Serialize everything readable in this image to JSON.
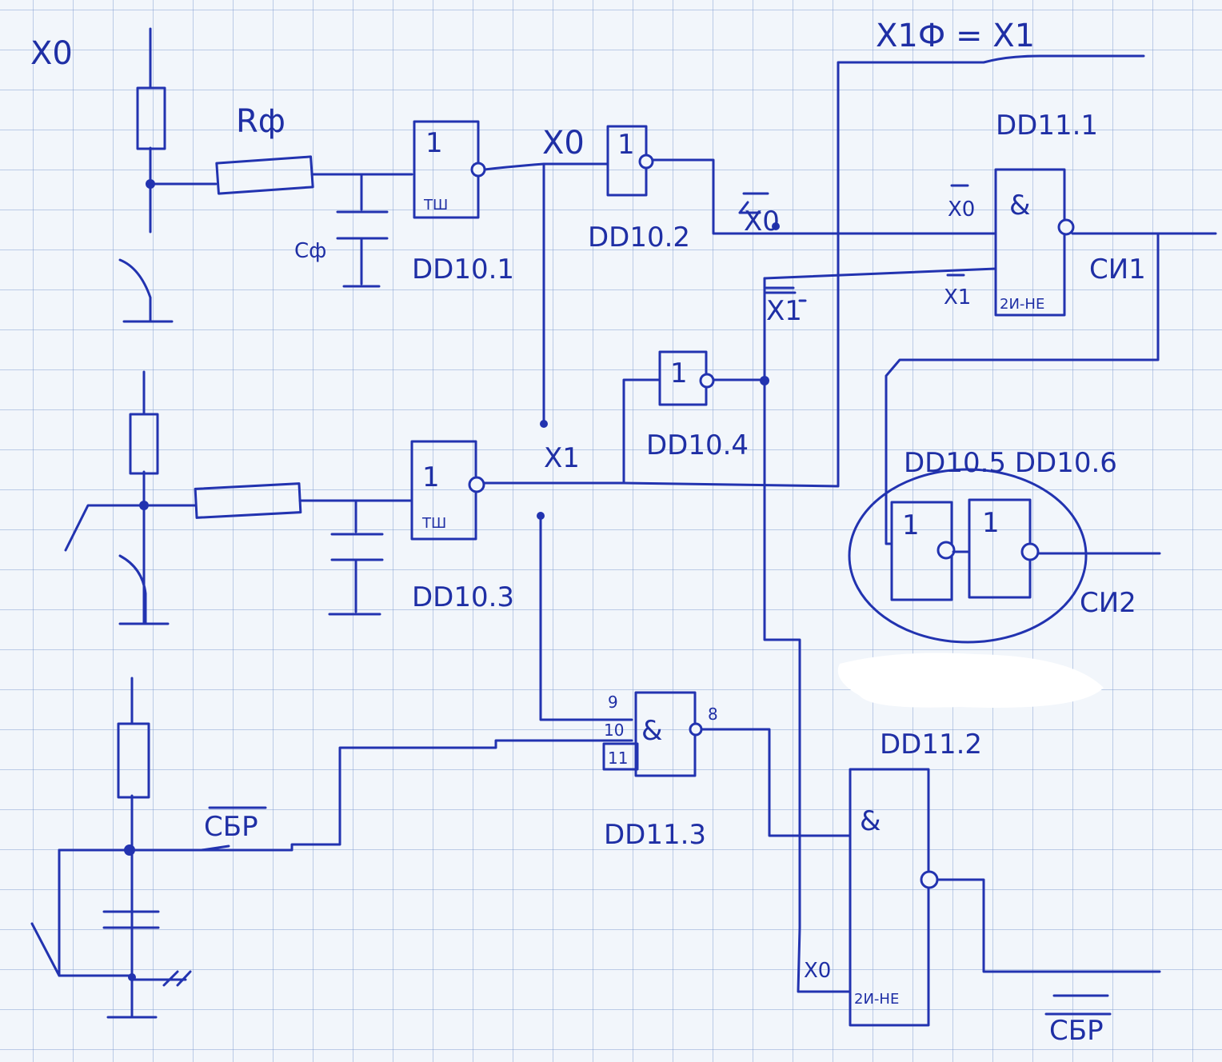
{
  "labels": {
    "x0_top": "X0",
    "r_filter": "Rф",
    "c_filter": "Cф",
    "x0_mid": "X0",
    "x1f_eq": "X1Ф = X1",
    "x0_bar": "X0",
    "x1_bar_left": "X1",
    "x1": "X1",
    "ch1": "СИ1",
    "ch2": "СИ2",
    "sbr_left": "СБР",
    "sbr_right": "СБР",
    "x0_bottom": "X0",
    "pin9": "9",
    "pin10": "10",
    "pin11": "11",
    "pin8": "8",
    "in_x0": "X0",
    "in_x1": "X1"
  },
  "chips": {
    "dd10_1": "DD10.1",
    "dd10_2": "DD10.2",
    "dd10_3": "DD10.3",
    "dd10_4": "DD10.4",
    "dd10_5_6": "DD10.5  DD10.6",
    "dd11_1": "DD11.1",
    "dd11_2": "DD11.2",
    "dd11_3": "DD11.3"
  },
  "gates": {
    "not": "1",
    "and": "&",
    "schmitt": "ТШ",
    "and_not": "2И-НЕ"
  }
}
